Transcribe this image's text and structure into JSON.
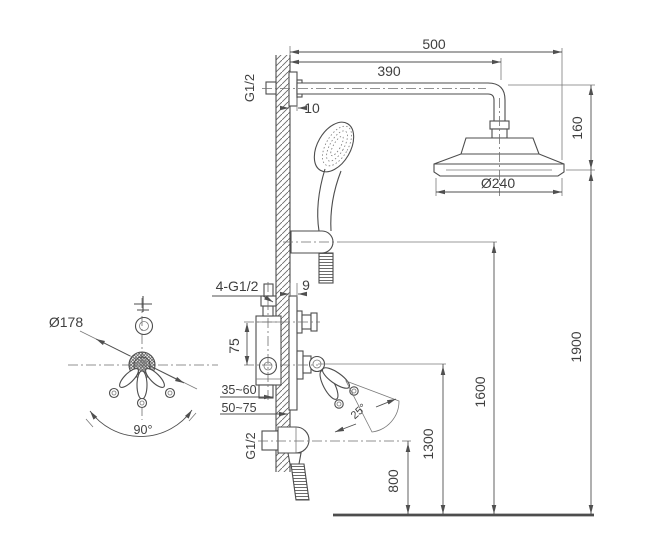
{
  "drawing": {
    "colors": {
      "background": "#ffffff",
      "line": "#4d4d4d",
      "thin_line": "#7a7a7a",
      "text": "#3f3f3f"
    },
    "labels": {
      "dim_500": "500",
      "dim_390": "390",
      "thread_arm_g12": "G1/2",
      "dim_10": "10",
      "dim_160": "160",
      "dia_240": "Ø240",
      "thread_4g12": "4-G1/2",
      "dim_9": "9",
      "dim_75": "75",
      "depth_35_60": "35~60",
      "depth_50_75": "50~75",
      "thread_outlet_g12": "G1/2",
      "angle_25": "25°",
      "dia_178": "Ø178",
      "angle_90": "90°",
      "dim_800": "800",
      "dim_1300": "1300",
      "dim_1600": "1600",
      "dim_1900": "1900"
    }
  }
}
